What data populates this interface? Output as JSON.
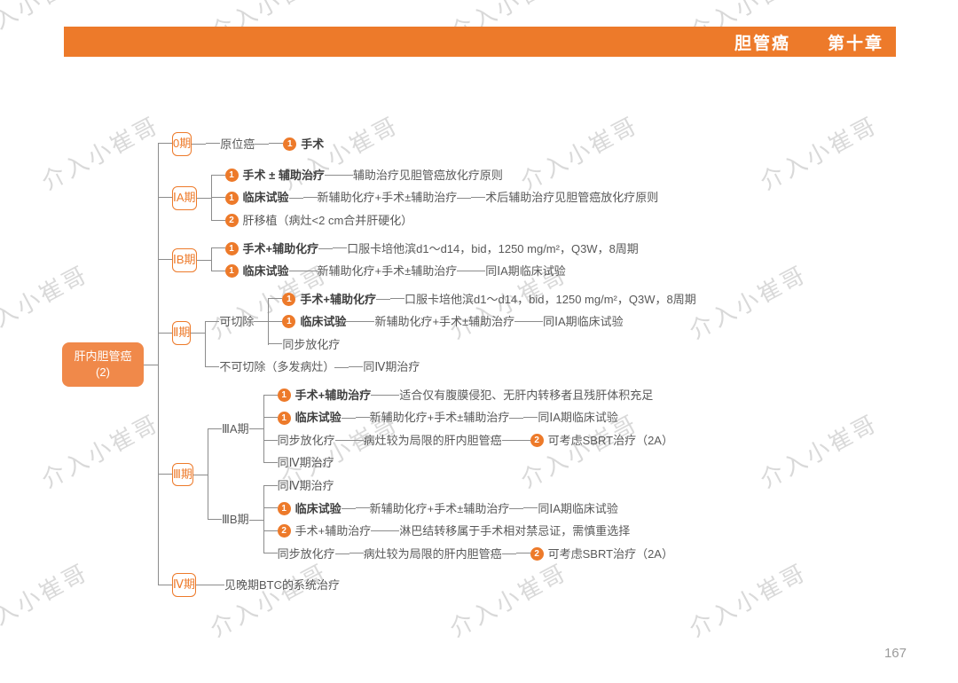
{
  "header": {
    "title": "胆管癌　　第十章"
  },
  "watermark": "介入小崔哥",
  "page_number": "167",
  "colors": {
    "accent": "#ED7A2A",
    "root_bg": "#F0894A",
    "line": "#8C8C8C",
    "text": "#595959",
    "text_bold": "#3F3F3F"
  },
  "root": {
    "line1": "肝内胆管癌",
    "line2": "(2)"
  },
  "tree": [
    {
      "type": "stage",
      "text": "0期",
      "children": [
        {
          "text": "原位癌",
          "children": [
            {
              "badge": "1",
              "bold": true,
              "text": "手术"
            }
          ]
        }
      ]
    },
    {
      "type": "stage",
      "text": "ⅠA期",
      "children": [
        {
          "badge": "1",
          "bold": true,
          "text": "手术 ± 辅助治疗",
          "children": [
            {
              "text": "辅助治疗见胆管癌放化疗原则"
            }
          ]
        },
        {
          "badge": "1",
          "bold": true,
          "text": "临床试验",
          "children": [
            {
              "text": "新辅助化疗+手术±辅助治疗",
              "children": [
                {
                  "text": "术后辅助治疗见胆管癌放化疗原则"
                }
              ]
            }
          ]
        },
        {
          "badge": "2",
          "text": "肝移植（病灶<2 cm合并肝硬化）"
        }
      ]
    },
    {
      "type": "stage",
      "text": "ⅠB期",
      "children": [
        {
          "badge": "1",
          "bold": true,
          "text": "手术+辅助化疗",
          "children": [
            {
              "text": "口服卡培他滨d1～d14，bid，1250 mg/m²，Q3W，8周期"
            }
          ]
        },
        {
          "badge": "1",
          "bold": true,
          "text": "临床试验",
          "children": [
            {
              "text": "新辅助化疗+手术±辅助治疗",
              "children": [
                {
                  "text": "同ⅠA期临床试验"
                }
              ]
            }
          ]
        }
      ]
    },
    {
      "type": "stage",
      "text": "Ⅱ期",
      "children": [
        {
          "text": "可切除",
          "children": [
            {
              "badge": "1",
              "bold": true,
              "text": "手术+辅助化疗",
              "children": [
                {
                  "text": "口服卡培他滨d1～d14，bid，1250 mg/m²，Q3W，8周期"
                }
              ]
            },
            {
              "badge": "1",
              "bold": true,
              "text": "临床试验",
              "children": [
                {
                  "text": "新辅助化疗+手术±辅助治疗",
                  "children": [
                    {
                      "text": "同ⅠA期临床试验"
                    }
                  ]
                }
              ]
            },
            {
              "text": "同步放化疗"
            }
          ]
        },
        {
          "text": "不可切除（多发病灶）",
          "children": [
            {
              "text": "同Ⅳ期治疗"
            }
          ]
        }
      ]
    },
    {
      "type": "stage",
      "text": "Ⅲ期",
      "children": [
        {
          "text": "ⅢA期",
          "children": [
            {
              "badge": "1",
              "bold": true,
              "text": "手术+辅助治疗",
              "children": [
                {
                  "text": "适合仅有腹膜侵犯、无肝内转移者且残肝体积充足"
                }
              ]
            },
            {
              "badge": "1",
              "bold": true,
              "text": "临床试验",
              "children": [
                {
                  "text": "新辅助化疗+手术±辅助治疗",
                  "children": [
                    {
                      "text": "同ⅠA期临床试验"
                    }
                  ]
                }
              ]
            },
            {
              "text": "同步放化疗",
              "children": [
                {
                  "text": "病灶较为局限的肝内胆管癌",
                  "children": [
                    {
                      "badge": "2",
                      "text": "可考虑SBRT治疗（2A）"
                    }
                  ]
                }
              ]
            },
            {
              "text": "同Ⅳ期治疗"
            }
          ]
        },
        {
          "text": "ⅢB期",
          "children": [
            {
              "text": "同Ⅳ期治疗"
            },
            {
              "badge": "1",
              "bold": true,
              "text": "临床试验",
              "children": [
                {
                  "text": "新辅助化疗+手术±辅助治疗",
                  "children": [
                    {
                      "text": "同ⅠA期临床试验"
                    }
                  ]
                }
              ]
            },
            {
              "badge": "2",
              "text": "手术+辅助治疗",
              "children": [
                {
                  "text": "淋巴结转移属于手术相对禁忌证，需慎重选择"
                }
              ]
            },
            {
              "text": "同步放化疗",
              "children": [
                {
                  "text": "病灶较为局限的肝内胆管癌",
                  "children": [
                    {
                      "badge": "2",
                      "text": "可考虑SBRT治疗（2A）"
                    }
                  ]
                }
              ]
            }
          ]
        }
      ]
    },
    {
      "type": "stage",
      "text": "Ⅳ期",
      "children": [
        {
          "text": "见晚期BTC的系统治疗"
        }
      ]
    }
  ]
}
